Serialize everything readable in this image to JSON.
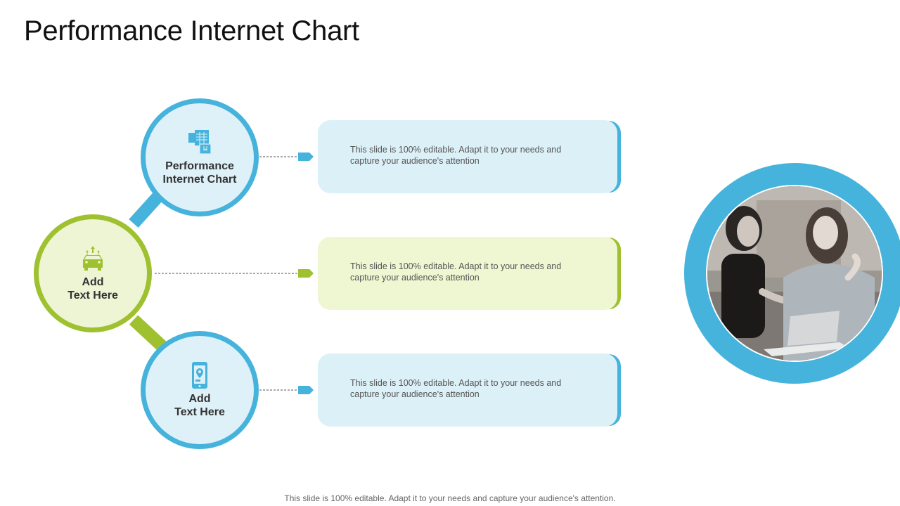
{
  "title": "Performance Internet Chart",
  "colors": {
    "blue": "#45b3dc",
    "green": "#9fc12f",
    "blue_light": "#dcf0f7",
    "green_light": "#eff6d2"
  },
  "nodes": [
    {
      "label": "Performance\nInternet Chart",
      "icon": "document-chart-icon",
      "color": "blue"
    },
    {
      "label": "Add\nText Here",
      "icon": "car-growth-icon",
      "color": "green"
    },
    {
      "label": "Add\nText Here",
      "icon": "mobile-location-icon",
      "color": "blue"
    }
  ],
  "cards": [
    {
      "text": "This slide is 100% editable. Adapt it to your needs and capture your audience's attention"
    },
    {
      "text": "This slide is 100% editable. Adapt it to your needs and capture your audience's attention"
    },
    {
      "text": "This slide is 100% editable. Adapt it to your needs and capture your audience's attention"
    }
  ],
  "photo": {
    "subject": "two-women-with-laptop-photo"
  },
  "footer": "This slide is 100% editable. Adapt it to your needs and capture your audience's attention."
}
